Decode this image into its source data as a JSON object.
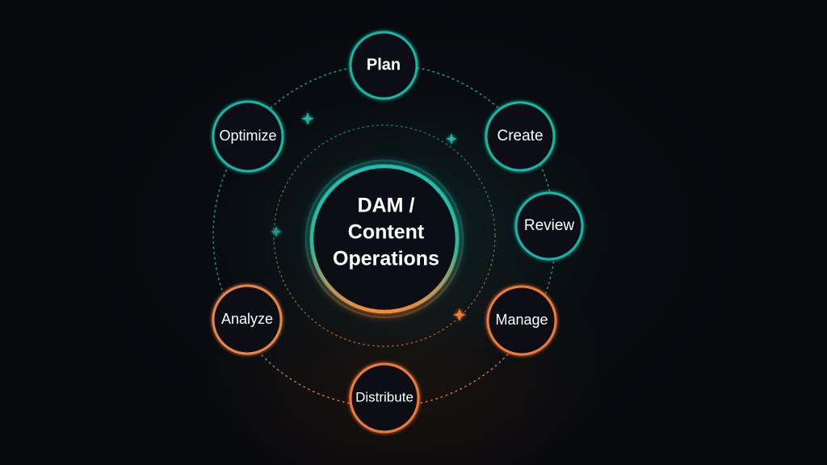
{
  "hub": {
    "lines": [
      "DAM /",
      "Content",
      "Operations"
    ]
  },
  "stages": [
    {
      "label": "Plan",
      "color": "#19b7a4"
    },
    {
      "label": "Create",
      "color": "#19b7a4"
    },
    {
      "label": "Review",
      "color": "#19b7a4"
    },
    {
      "label": "Manage",
      "color": "#f07a35"
    },
    {
      "label": "Distribute",
      "color": "#f07a35"
    },
    {
      "label": "Analyze",
      "color": "#e98545"
    },
    {
      "label": "Optimize",
      "color": "#19b7a4"
    }
  ],
  "colors": {
    "teal": "#19b7a4",
    "orange": "#f07a35",
    "background": "#07090d"
  },
  "sparkle_icons": [
    "teal-sparkle-icon",
    "teal-sparkle-icon",
    "teal-sparkle-icon",
    "orange-sparkle-icon"
  ]
}
